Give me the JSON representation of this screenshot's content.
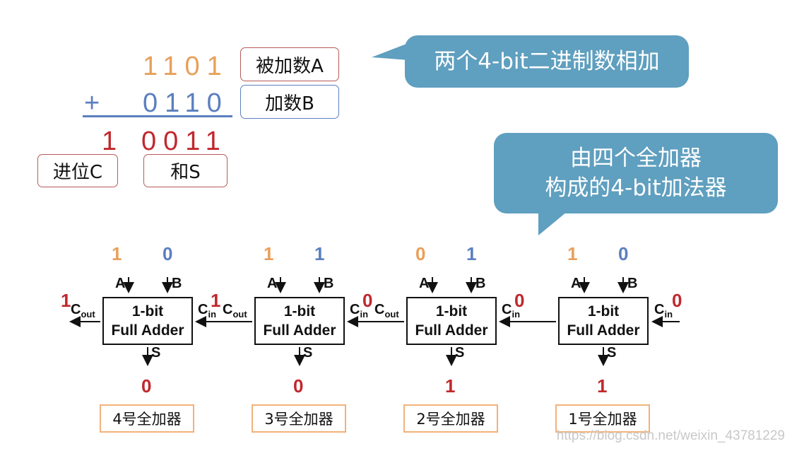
{
  "addition": {
    "operand_a": "1101",
    "operand_b": "0110",
    "plus_sign": "+",
    "carry_digit": "1",
    "sum_digits": "0011",
    "label_a": "被加数A",
    "label_b": "加数B",
    "label_carry": "进位C",
    "label_sum": "和S"
  },
  "callouts": {
    "top": "两个4-bit二进制数相加",
    "middle_line1": "由四个全加器",
    "middle_line2": "构成的4-bit加法器"
  },
  "adders": [
    {
      "a": "1",
      "b": "0",
      "cin": "1",
      "s": "0",
      "label": "4号全加器"
    },
    {
      "a": "1",
      "b": "1",
      "cin": "0",
      "s": "0",
      "label": "3号全加器"
    },
    {
      "a": "0",
      "b": "1",
      "cin": "0",
      "s": "1",
      "label": "2号全加器"
    },
    {
      "a": "1",
      "b": "0",
      "cin": "0",
      "s": "1",
      "label": "1号全加器"
    }
  ],
  "adder_block": {
    "line1": "1-bit",
    "line2": "Full Adder"
  },
  "ports": {
    "a": "A",
    "b": "B",
    "s": "S",
    "cout_main": "C",
    "cout_sub": "out",
    "cin_main": "C",
    "cin_sub": "in"
  },
  "final_carry": "1",
  "watermark": "https://blog.csdn.net/weixin_43781229",
  "colors": {
    "a_bits": "#e8a05a",
    "b_bits": "#5b7fbf",
    "result_bits": "#c0282d",
    "callout": "#5f9fbf",
    "tag_border": "#f2b27a"
  }
}
